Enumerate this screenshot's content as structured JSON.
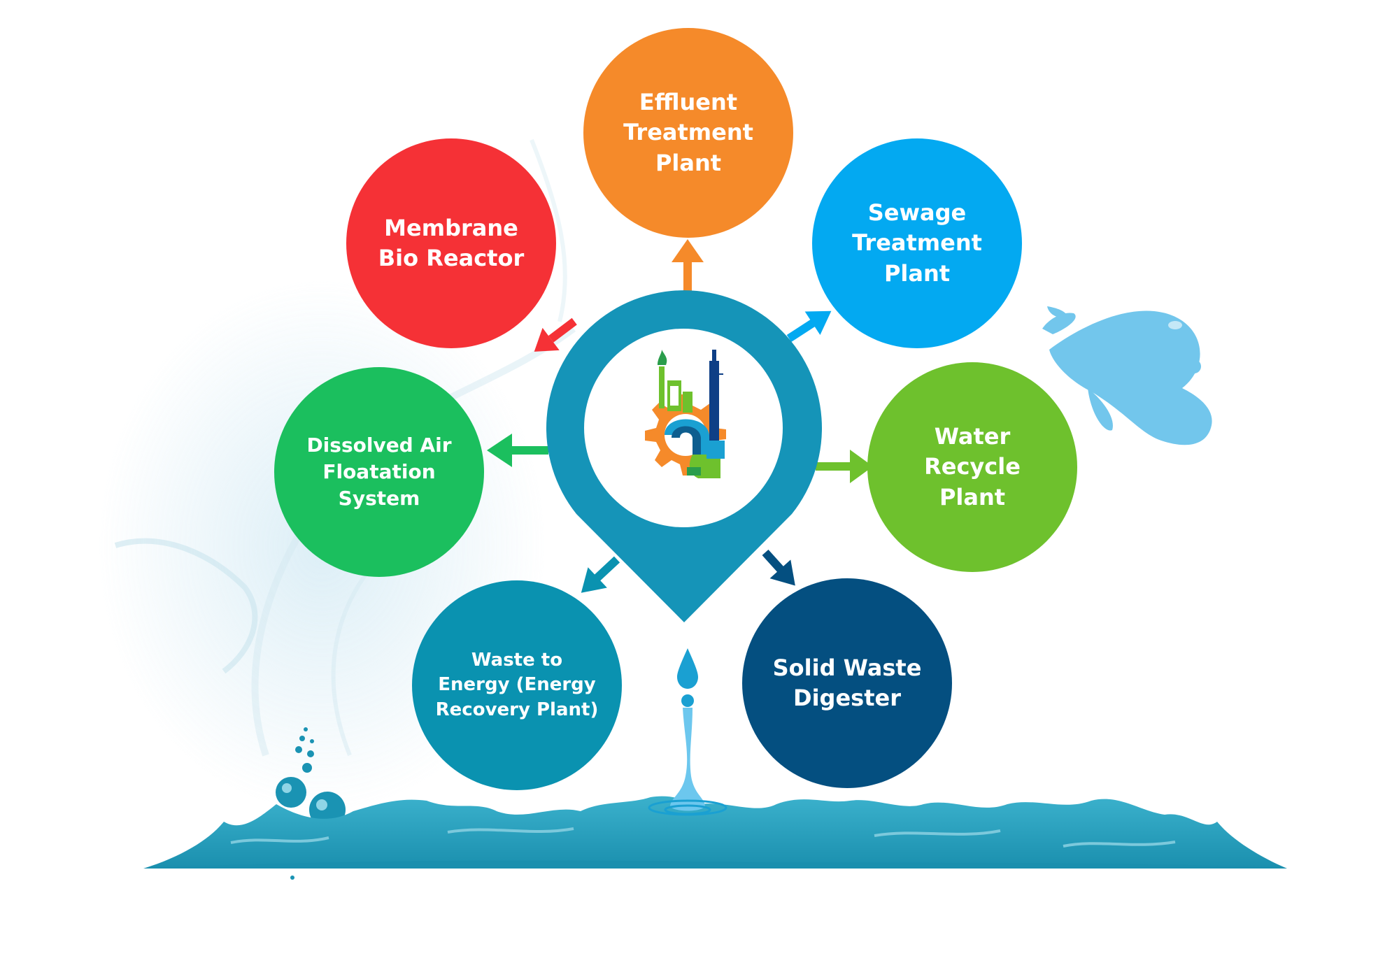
{
  "diagram": {
    "nodes": [
      {
        "id": "effluent",
        "label": "Effluent Treatment Plant",
        "color": "#F58A2A"
      },
      {
        "id": "membrane",
        "label": "Membrane Bio Reactor",
        "color": "#F53136"
      },
      {
        "id": "sewage",
        "label": "Sewage Treatment Plant",
        "color": "#03A9F1"
      },
      {
        "id": "dissolved",
        "label": "Dissolved Air Floatation System",
        "color": "#1BBF5E"
      },
      {
        "id": "recycle",
        "label": "Water Recycle Plant",
        "color": "#6EC12D"
      },
      {
        "id": "waste",
        "label": "Waste to Energy (Energy Recovery Plant)",
        "color": "#0A92B0"
      },
      {
        "id": "solid",
        "label": "Solid Waste Digester",
        "color": "#044F80"
      }
    ],
    "center": {
      "pin_color": "#1594B8",
      "icon": "industrial-plant-gear-icon"
    },
    "water_color": "#1A9AB8"
  }
}
